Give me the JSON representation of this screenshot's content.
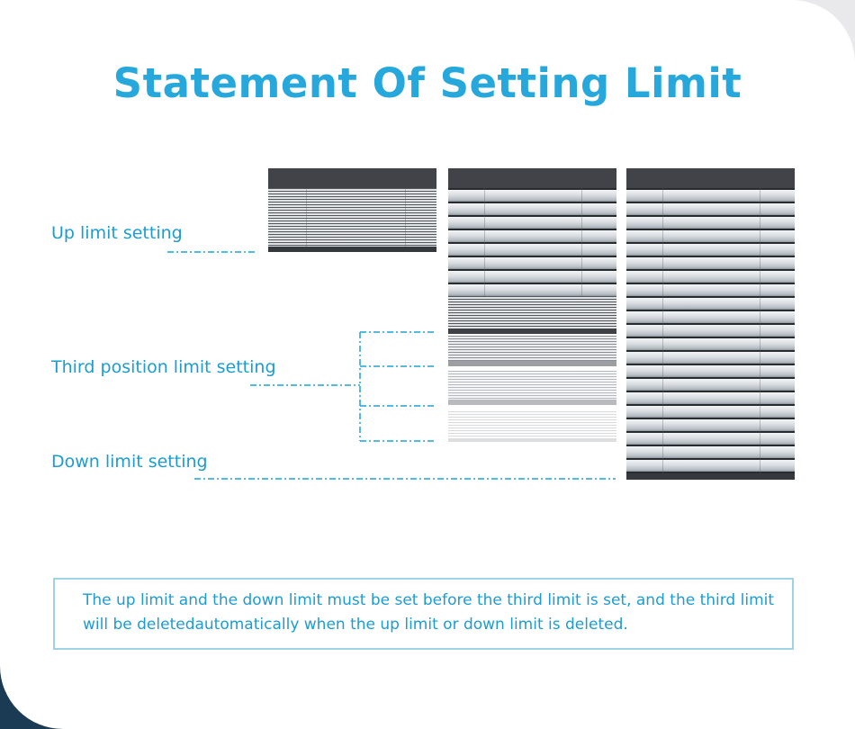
{
  "title": "Statement Of Setting Limit",
  "labels": {
    "up": "Up limit setting",
    "third": "Third position limit setting",
    "down": "Down limit setting"
  },
  "note": "The up limit and the down limit must be set before the third limit is set, and the third limit will be deletedautomatically when the up limit or down limit is deleted.",
  "colors": {
    "accent": "#27a8dc",
    "text": "#1d9cd0",
    "guide": "#1da3d6",
    "corner_dark": "#1a3b53"
  }
}
